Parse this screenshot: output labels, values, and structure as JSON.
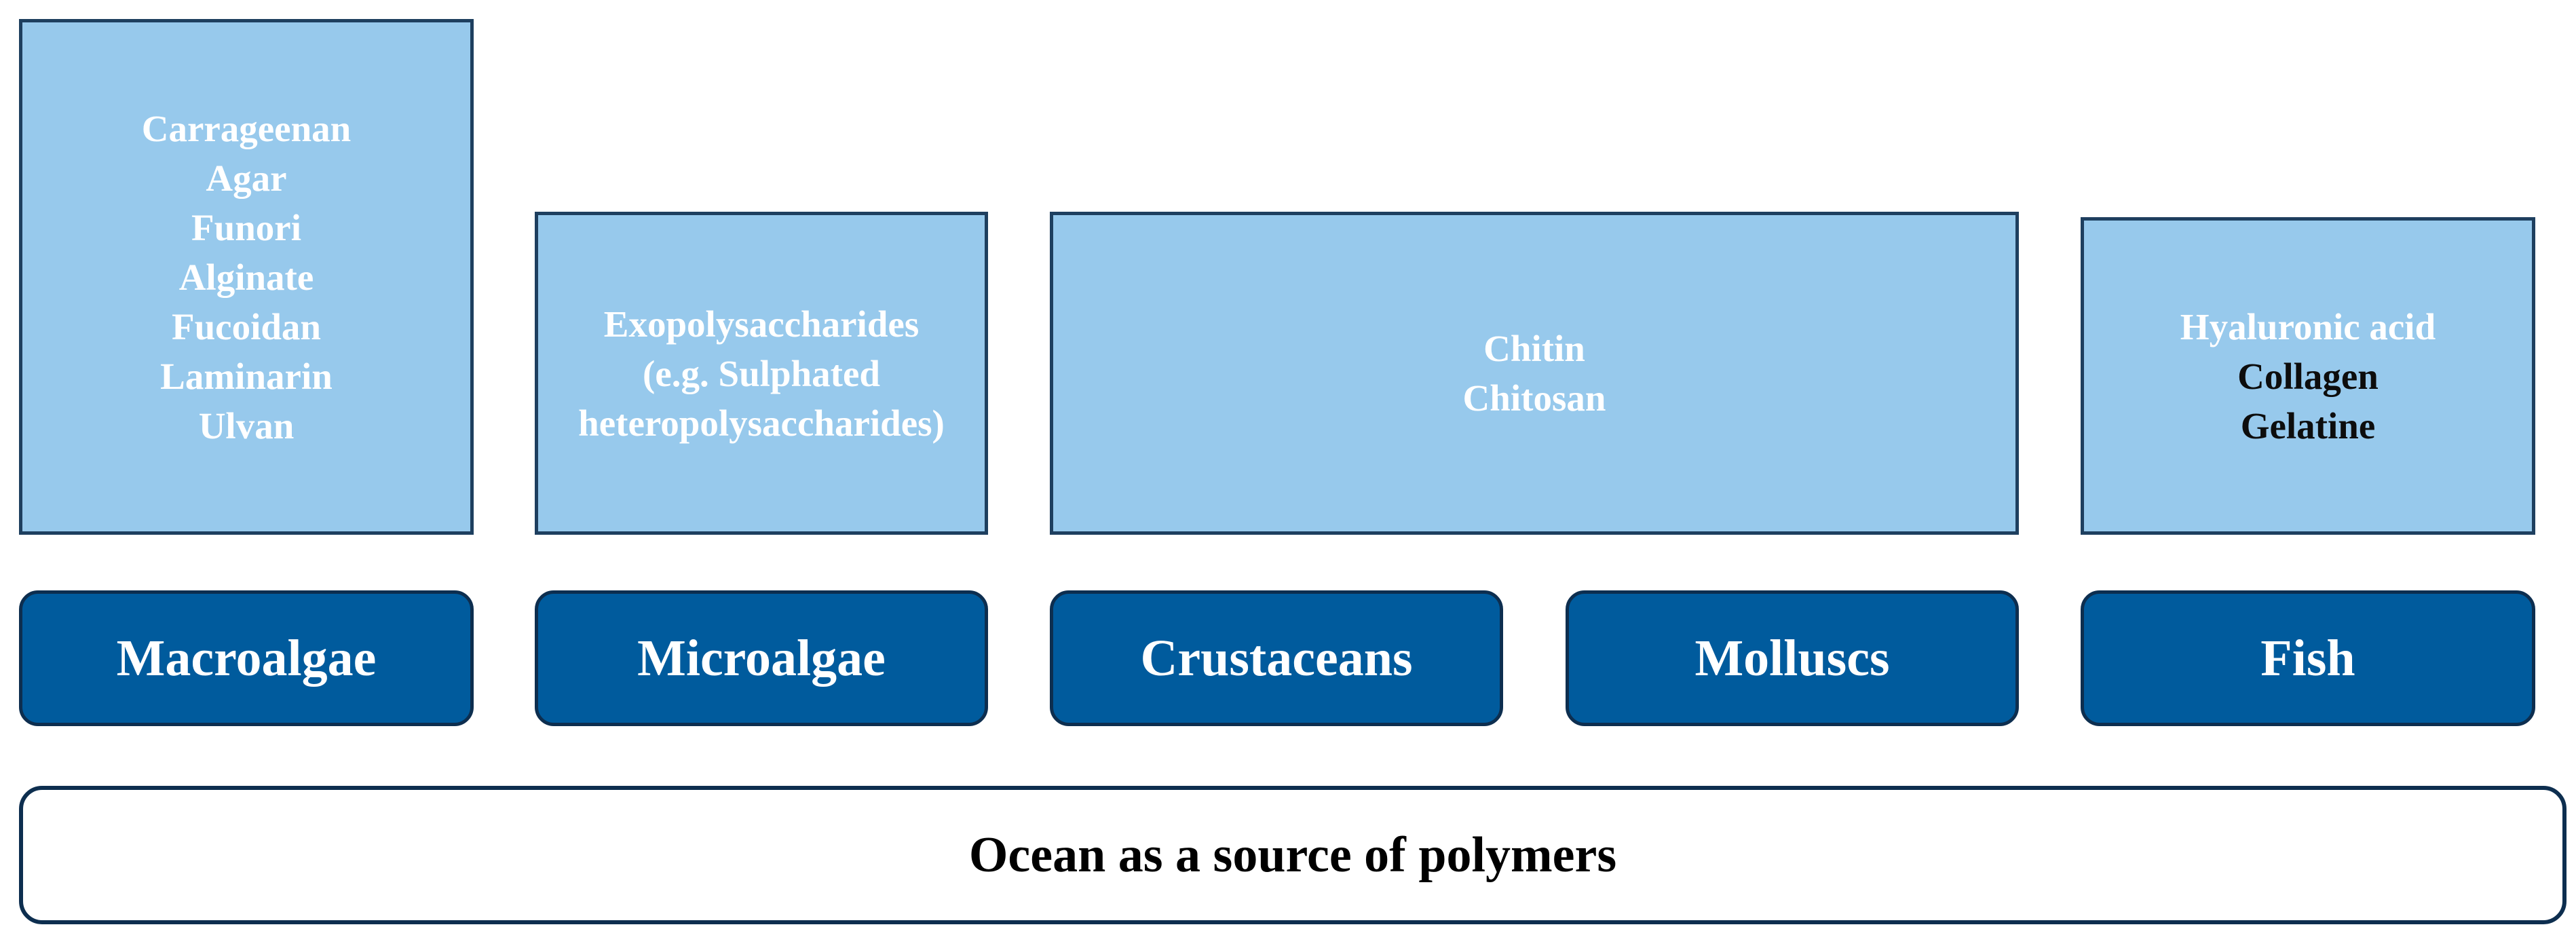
{
  "polymer_boxes": {
    "macroalgae": [
      "Carrageenan",
      "Agar",
      "Funori",
      "Alginate",
      "Fucoidan",
      "Laminarin",
      "Ulvan"
    ],
    "microalgae": [
      "Exopolysaccharides",
      "(e.g. Sulphated",
      "heteropolysaccharides)"
    ],
    "crustaceans_molluscs": [
      "Chitin",
      "Chitosan"
    ],
    "fish": {
      "light": [
        "Hyaluronic acid"
      ],
      "dark": [
        "Collagen",
        "Gelatine"
      ]
    }
  },
  "sources": [
    "Macroalgae",
    "Microalgae",
    "Crustaceans",
    "Molluscs",
    "Fish"
  ],
  "base_label": "Ocean as a source of polymers",
  "colors": {
    "polymer_box_fill": "#97c9ec",
    "source_box_fill": "#005b9d",
    "border": "#0d2e4f",
    "light_text": "#ffffff",
    "dark_text": "#0d0d0d"
  }
}
